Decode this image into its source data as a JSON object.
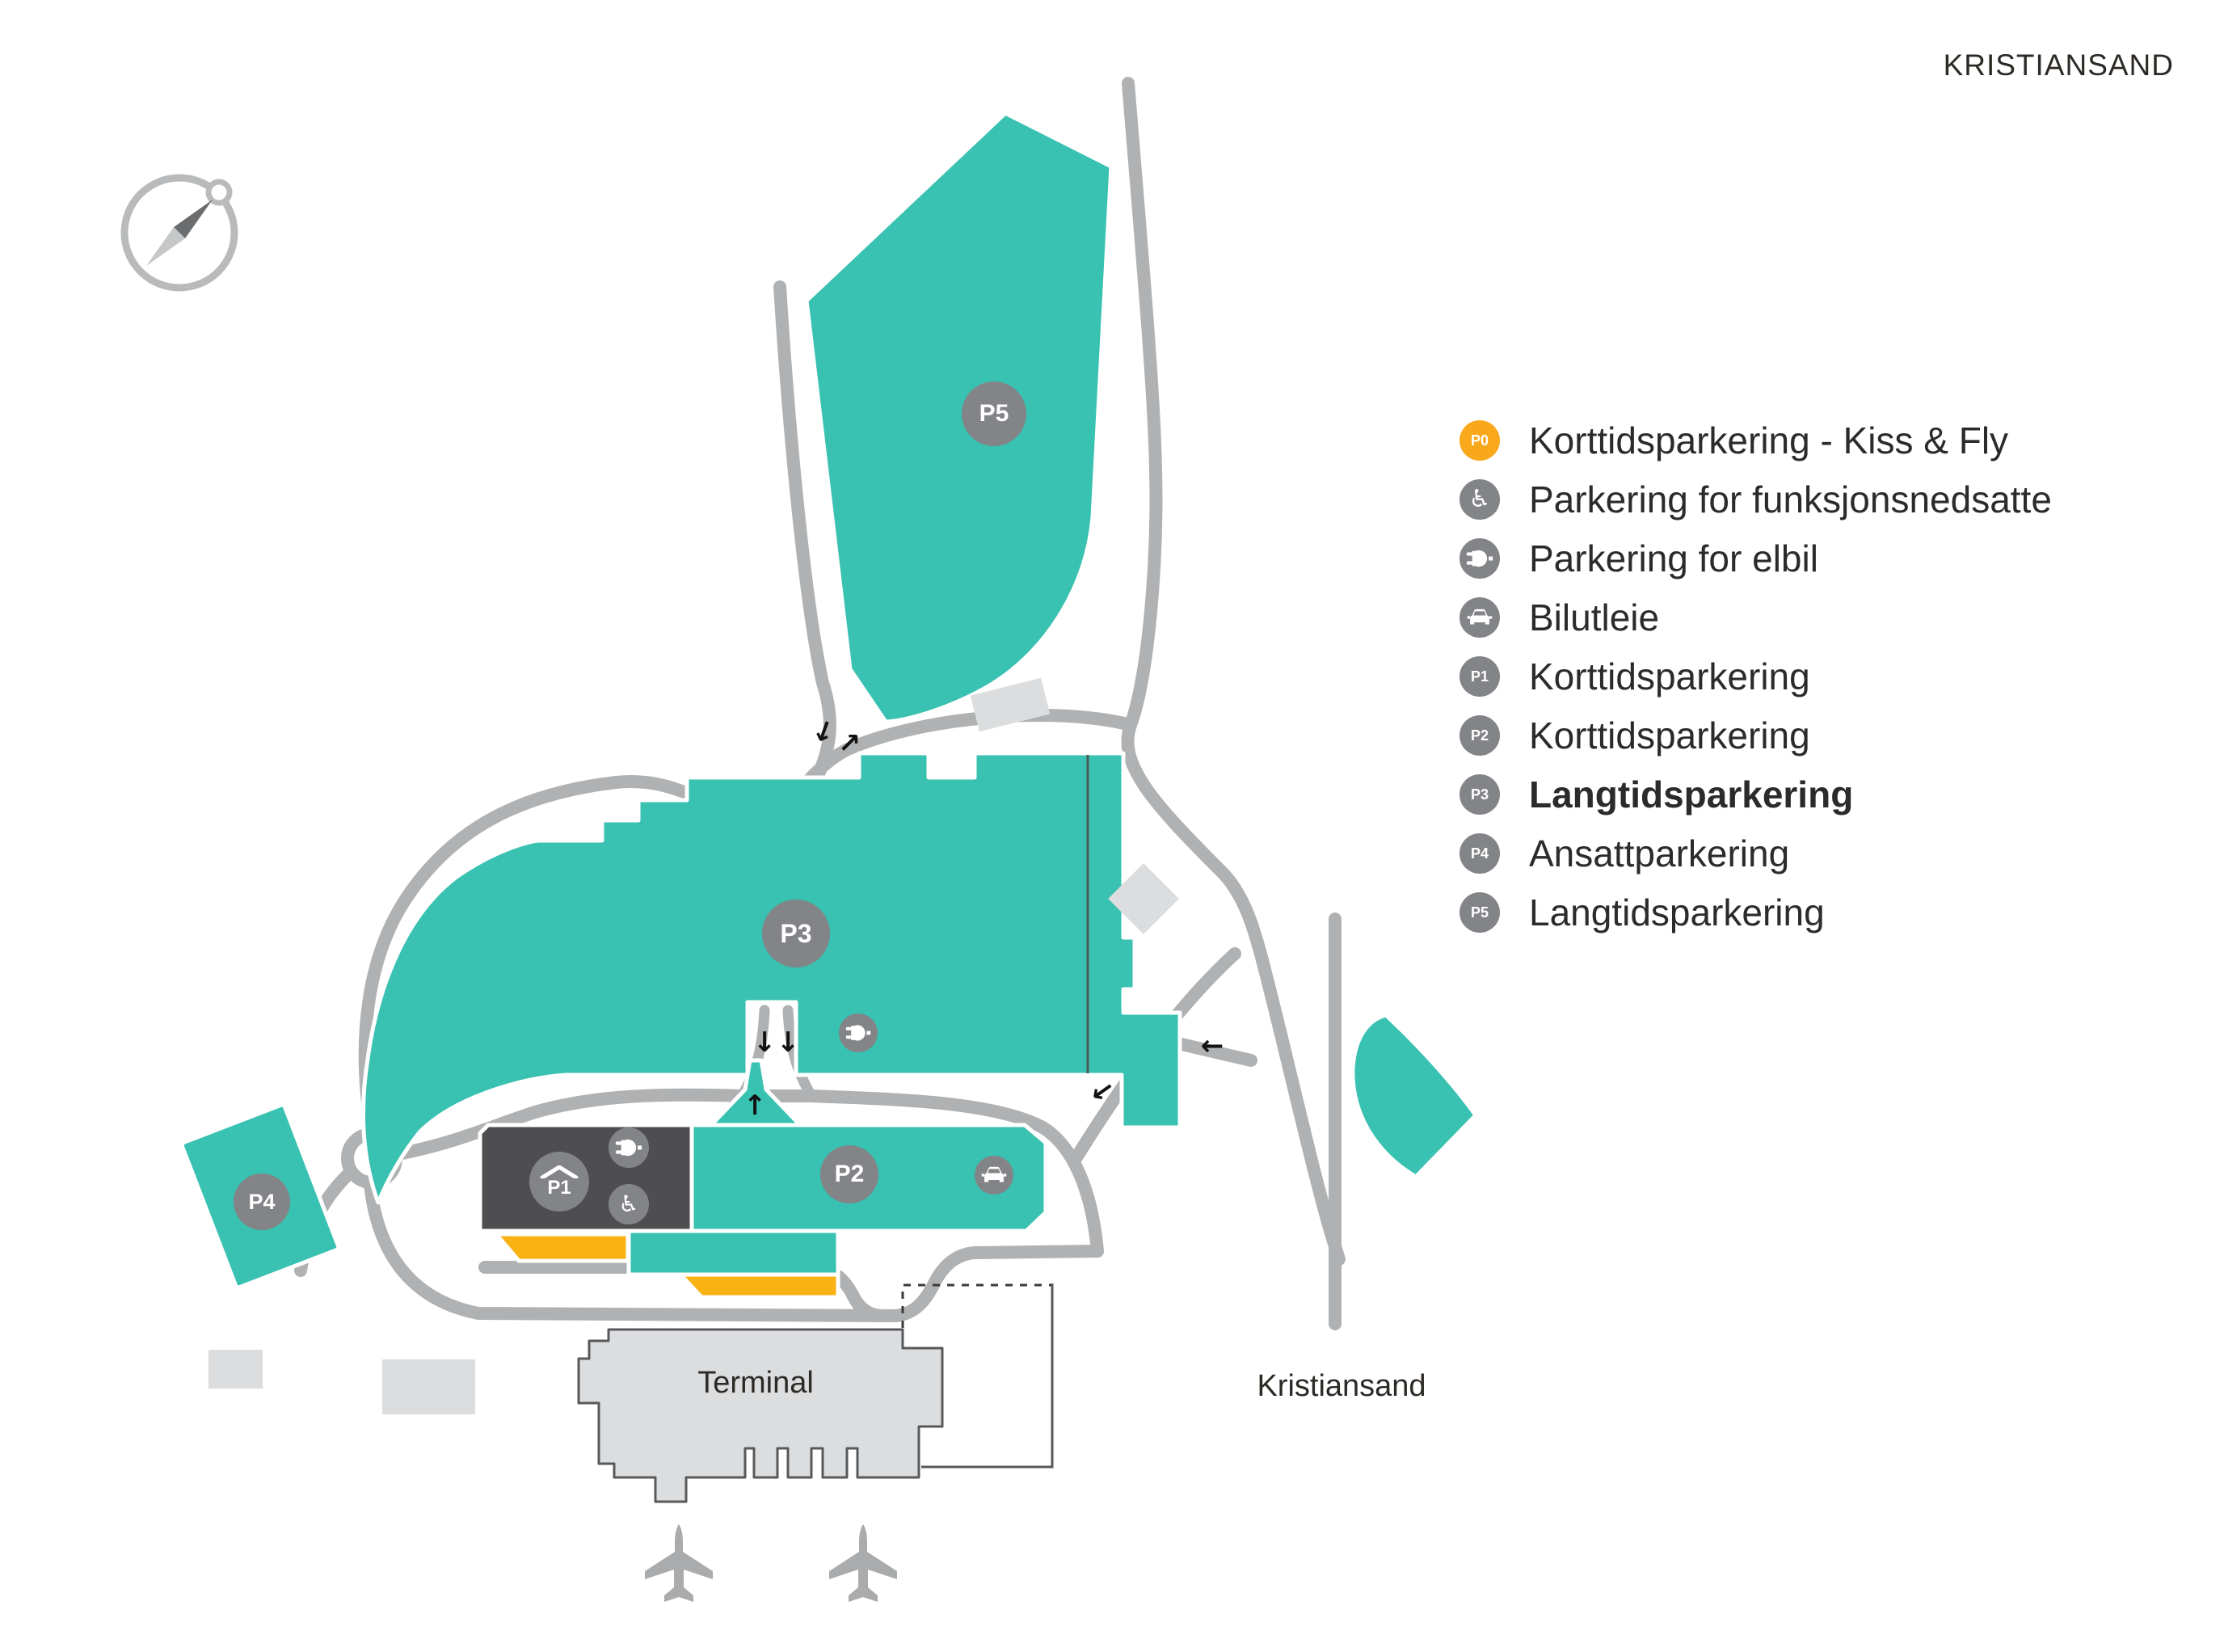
{
  "title": "KRISTIANSAND",
  "legend": {
    "items": [
      {
        "badge": "P0",
        "label": "Korttidsparkering - Kiss & Fly"
      },
      {
        "badge": "",
        "label": "Parkering for funksjonsnedsatte"
      },
      {
        "badge": "",
        "label": "Parkering for elbil"
      },
      {
        "badge": "",
        "label": "Bilutleie"
      },
      {
        "badge": "P1",
        "label": "Korttidsparkering"
      },
      {
        "badge": "P2",
        "label": "Korttidsparkering"
      },
      {
        "badge": "P3",
        "label": "Langtidsparkering"
      },
      {
        "badge": "P4",
        "label": "Ansattparkering"
      },
      {
        "badge": "P5",
        "label": "Langtidsparkering"
      }
    ]
  },
  "map": {
    "terminal_label": "Terminal",
    "road_label": "Kristiansand",
    "badges": {
      "p1": "P1",
      "p2": "P2",
      "p3": "P3",
      "p4": "P4",
      "p5": "P5"
    }
  },
  "icons": {
    "arrow_down": "↓",
    "arrow_up": "↑",
    "arrow_left": "←",
    "arrow_ne": "↗",
    "wheelchair": "♿"
  },
  "colors": {
    "teal": "#39c1b1",
    "orange": "#f9b214",
    "dark_parking": "#4e4e50",
    "badge_gray": "#828487",
    "badge_orange": "#f9a81b",
    "road_gray": "#afb1b3",
    "building_gray": "#dcddde",
    "text": "#2d2a26"
  }
}
